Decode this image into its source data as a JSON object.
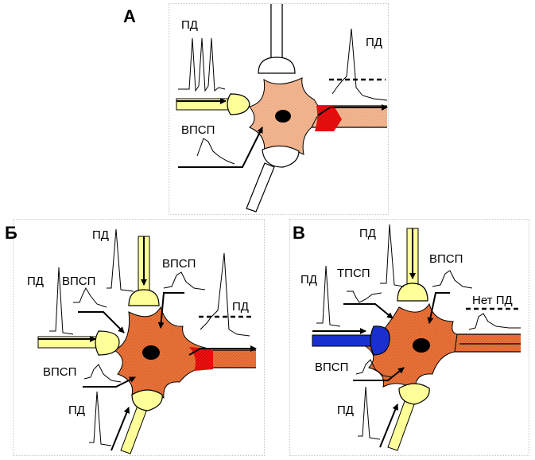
{
  "panels": [
    {
      "letter": "А"
    },
    {
      "letter": "Б"
    },
    {
      "letter": "В"
    }
  ],
  "labels": {
    "pd": "ПД",
    "vpsp": "ВПСП",
    "tpsp": "ТПСП",
    "no_pd": "Нет ПД"
  },
  "colors": {
    "soma_light": "#f2b893",
    "soma_dark": "#e9733a",
    "axon_hillock_active": "#ee1111",
    "excitatory_terminal": "#ffff99",
    "inhibitory_terminal": "#1a2fd0",
    "nucleus": "#000000",
    "terminal_outline": "#000000"
  }
}
